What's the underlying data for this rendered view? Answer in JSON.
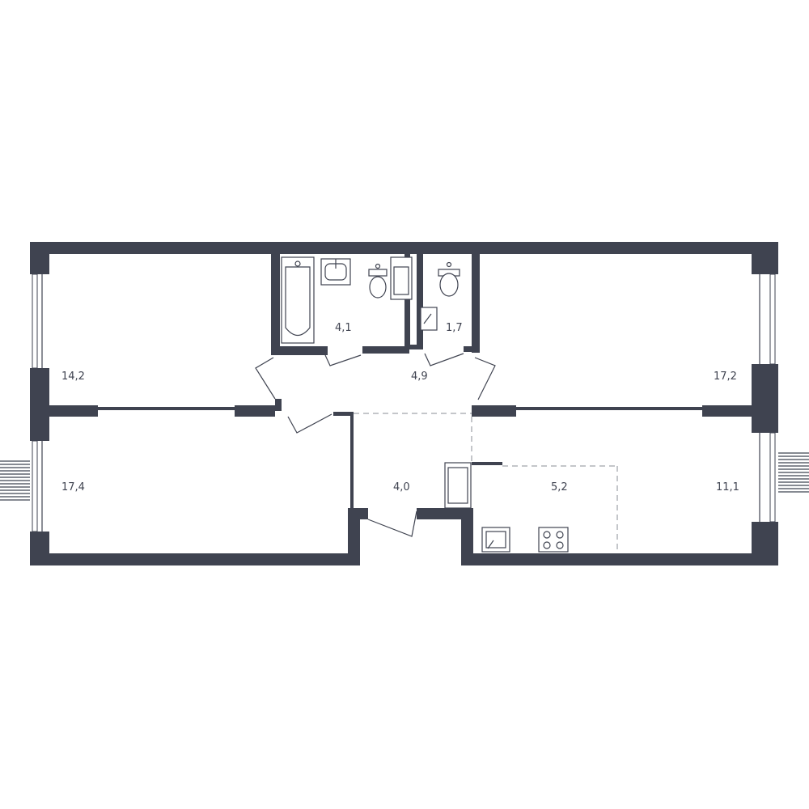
{
  "colors": {
    "wall": "#3f4350",
    "background": "#ffffff"
  },
  "rooms": [
    {
      "id": "room-1",
      "area": "14,2"
    },
    {
      "id": "bathroom",
      "area": "4,1"
    },
    {
      "id": "toilet",
      "area": "1,7"
    },
    {
      "id": "room-2",
      "area": "17,2"
    },
    {
      "id": "hallway",
      "area": "4,9"
    },
    {
      "id": "room-3",
      "area": "17,4"
    },
    {
      "id": "storage",
      "area": "4,0"
    },
    {
      "id": "kitchen",
      "area": "5,2"
    },
    {
      "id": "living",
      "area": "11,1"
    }
  ],
  "fixtures": [
    "bathtub",
    "washbasin",
    "toilet",
    "washing-machine",
    "kitchen-sink",
    "cooktop",
    "fridge"
  ]
}
